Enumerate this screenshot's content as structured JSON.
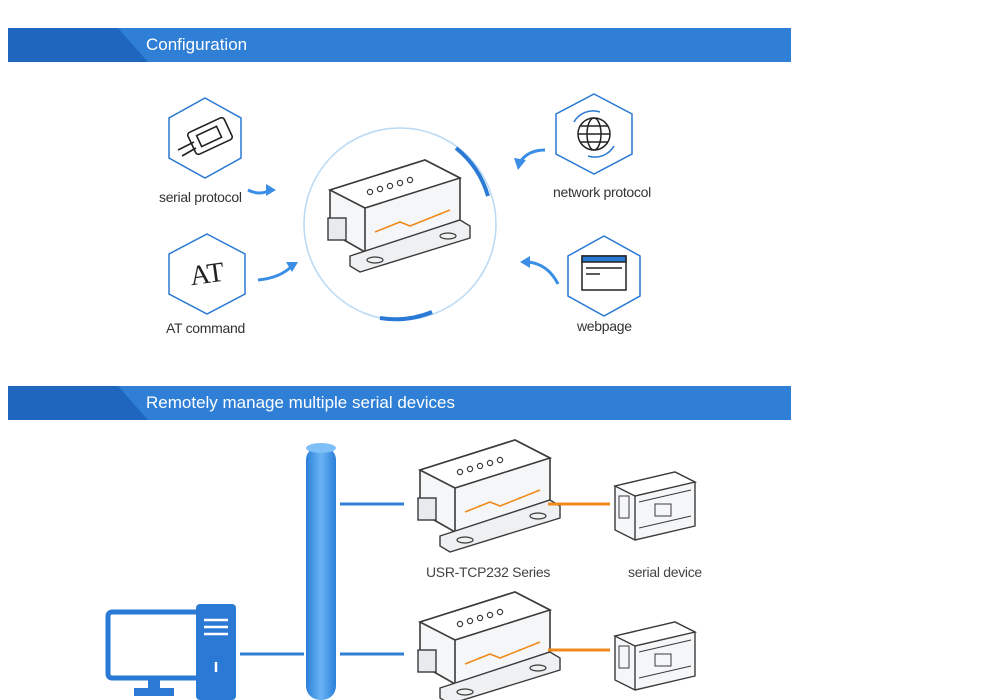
{
  "section1": {
    "title": "Configuration",
    "items": [
      {
        "label": "serial protocol",
        "icon": "serial-connector-icon"
      },
      {
        "label": "AT command",
        "icon": "at-command-icon",
        "glyph": "AT"
      },
      {
        "label": "network protocol",
        "icon": "globe-icon"
      },
      {
        "label": "webpage",
        "icon": "webpage-icon"
      }
    ]
  },
  "section2": {
    "title": "Remotely manage multiple serial devices",
    "device_label": "USR-TCP232 Series",
    "serial_label": "serial device"
  },
  "colors": {
    "banner": "#2f7fd6",
    "banner_dark": "#1f66bf",
    "accent_blue": "#3a8ee6",
    "orange_line": "#f08a1c"
  }
}
